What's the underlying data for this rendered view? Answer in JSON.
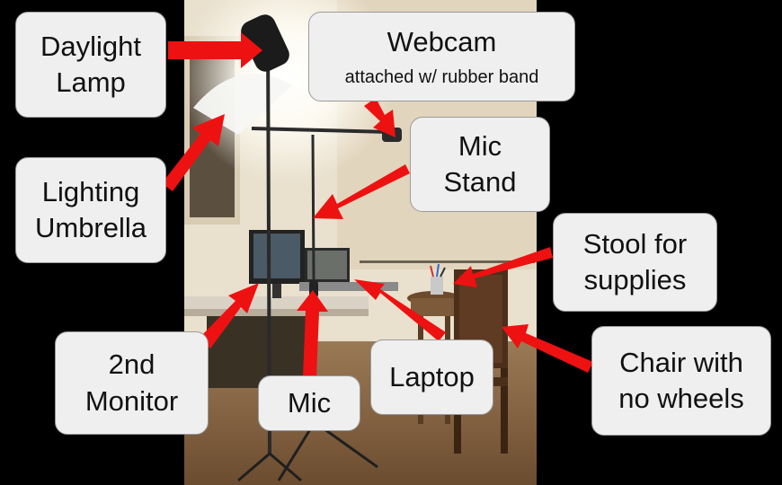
{
  "colors": {
    "arrow": "#ee1111",
    "callout_bg": "#efefef",
    "background": "#000000"
  },
  "labels": {
    "daylight_lamp": {
      "lines": [
        "Daylight",
        "Lamp"
      ]
    },
    "webcam": {
      "title": "Webcam",
      "subtitle": "attached w/ rubber band"
    },
    "lighting_umbrella": {
      "lines": [
        "Lighting",
        "Umbrella"
      ]
    },
    "mic_stand": {
      "lines": [
        "Mic",
        "Stand"
      ]
    },
    "stool": {
      "lines": [
        "Stool for",
        "supplies"
      ]
    },
    "second_monitor": {
      "lines": [
        "2nd",
        "Monitor"
      ]
    },
    "mic": {
      "lines": [
        "Mic"
      ]
    },
    "laptop": {
      "lines": [
        "Laptop"
      ]
    },
    "chair": {
      "lines": [
        "Chair with",
        "no wheels"
      ]
    }
  }
}
